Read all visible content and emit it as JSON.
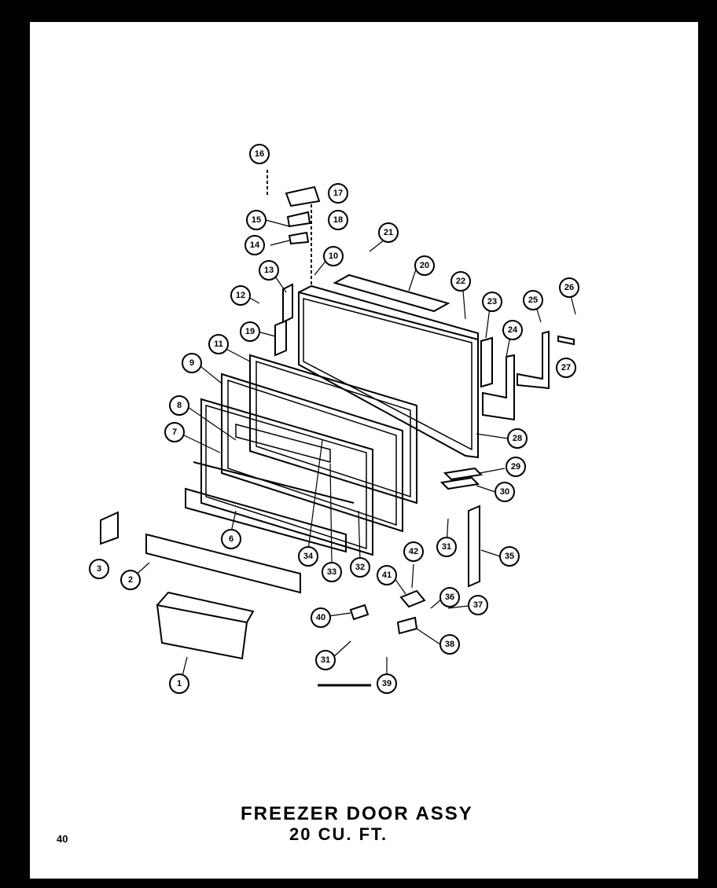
{
  "title": {
    "line1": "FREEZER DOOR ASSY",
    "line2": "20 CU. FT."
  },
  "page_number": "40",
  "callouts": [
    "1",
    "2",
    "3",
    "6",
    "7",
    "8",
    "9",
    "10",
    "11",
    "12",
    "13",
    "14",
    "15",
    "16",
    "17",
    "18",
    "19",
    "20",
    "21",
    "22",
    "23",
    "24",
    "25",
    "26",
    "27",
    "28",
    "29",
    "30",
    "31",
    "31",
    "32",
    "33",
    "34",
    "35",
    "36",
    "37",
    "38",
    "39",
    "40",
    "41",
    "42"
  ],
  "colors": {
    "ink": "#000000",
    "paper": "#ffffff",
    "background": "#000000"
  }
}
